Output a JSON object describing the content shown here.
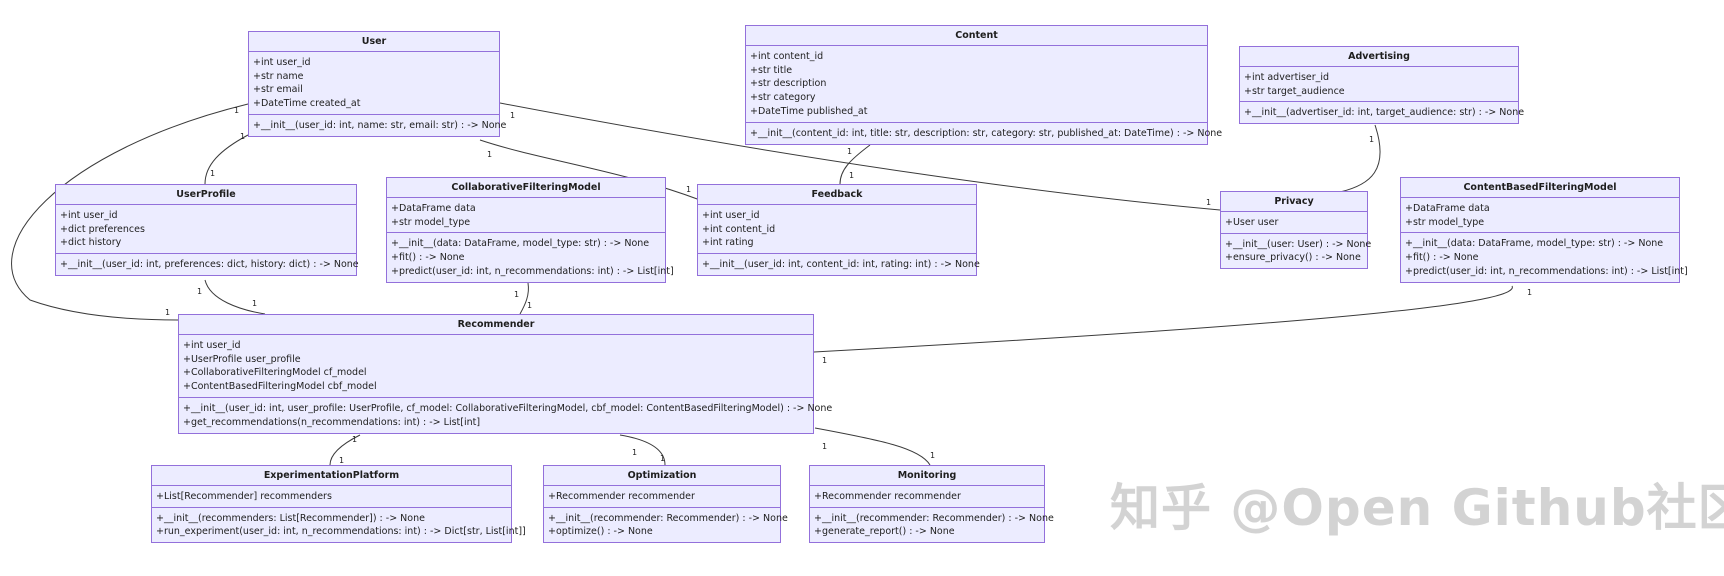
{
  "classes": {
    "user": {
      "name": "User",
      "attributes": [
        "+int user_id",
        "+str name",
        "+str email",
        "+DateTime created_at"
      ],
      "methods": [
        "+__init__(user_id: int, name: str, email: str) : -> None"
      ]
    },
    "content": {
      "name": "Content",
      "attributes": [
        "+int content_id",
        "+str title",
        "+str description",
        "+str category",
        "+DateTime published_at"
      ],
      "methods": [
        "+__init__(content_id: int, title: str, description: str, category: str, published_at: DateTime) : -> None"
      ]
    },
    "advertising": {
      "name": "Advertising",
      "attributes": [
        "+int advertiser_id",
        "+str target_audience"
      ],
      "methods": [
        "+__init__(advertiser_id: int, target_audience: str) : -> None"
      ]
    },
    "userprofile": {
      "name": "UserProfile",
      "attributes": [
        "+int user_id",
        "+dict preferences",
        "+dict history"
      ],
      "methods": [
        "+__init__(user_id: int, preferences: dict, history: dict) : -> None"
      ]
    },
    "cfmodel": {
      "name": "CollaborativeFilteringModel",
      "attributes": [
        "+DataFrame data",
        "+str model_type"
      ],
      "methods": [
        "+__init__(data: DataFrame, model_type: str) : -> None",
        "+fit() : -> None",
        "+predict(user_id: int, n_recommendations: int) : -> List[int]"
      ]
    },
    "feedback": {
      "name": "Feedback",
      "attributes": [
        "+int user_id",
        "+int content_id",
        "+int rating"
      ],
      "methods": [
        "+__init__(user_id: int, content_id: int, rating: int) : -> None"
      ]
    },
    "privacy": {
      "name": "Privacy",
      "attributes": [
        "+User user"
      ],
      "methods": [
        "+__init__(user: User) : -> None",
        "+ensure_privacy() : -> None"
      ]
    },
    "cbfmodel": {
      "name": "ContentBasedFilteringModel",
      "attributes": [
        "+DataFrame data",
        "+str model_type"
      ],
      "methods": [
        "+__init__(data: DataFrame, model_type: str) : -> None",
        "+fit() : -> None",
        "+predict(user_id: int, n_recommendations: int) : -> List[int]"
      ]
    },
    "recommender": {
      "name": "Recommender",
      "attributes": [
        "+int user_id",
        "+UserProfile user_profile",
        "+CollaborativeFilteringModel cf_model",
        "+ContentBasedFilteringModel cbf_model"
      ],
      "methods": [
        "+__init__(user_id: int, user_profile: UserProfile, cf_model: CollaborativeFilteringModel, cbf_model: ContentBasedFilteringModel) : -> None",
        "+get_recommendations(n_recommendations: int) : -> List[int]"
      ]
    },
    "experimentation": {
      "name": "ExperimentationPlatform",
      "attributes": [
        "+List[Recommender] recommenders"
      ],
      "methods": [
        "+__init__(recommenders: List[Recommender]) : -> None",
        "+run_experiment(user_id: int, n_recommendations: int) : -> Dict[str, List[int]]"
      ]
    },
    "optimization": {
      "name": "Optimization",
      "attributes": [
        "+Recommender recommender"
      ],
      "methods": [
        "+__init__(recommender: Recommender) : -> None",
        "+optimize() : -> None"
      ]
    },
    "monitoring": {
      "name": "Monitoring",
      "attributes": [
        "+Recommender recommender"
      ],
      "methods": [
        "+__init__(recommender: Recommender) : -> None",
        "+generate_report() : -> None"
      ]
    }
  },
  "associations": [
    {
      "from": "user",
      "to": "recommender",
      "from_mult": "1",
      "to_mult": "1"
    },
    {
      "from": "user",
      "to": "userprofile",
      "from_mult": "1",
      "to_mult": "1"
    },
    {
      "from": "user",
      "to": "privacy",
      "from_mult": "1",
      "to_mult": "1"
    },
    {
      "from": "user",
      "to": "feedback",
      "from_mult": "1",
      "to_mult": "1"
    },
    {
      "from": "content",
      "to": "feedback",
      "from_mult": "1",
      "to_mult": "1"
    },
    {
      "from": "advertising",
      "to": "privacy",
      "from_mult": "1",
      "to_mult": "1"
    },
    {
      "from": "userprofile",
      "to": "recommender",
      "from_mult": "1",
      "to_mult": "1"
    },
    {
      "from": "cfmodel",
      "to": "recommender",
      "from_mult": "1",
      "to_mult": "1"
    },
    {
      "from": "cbfmodel",
      "to": "recommender",
      "from_mult": "1",
      "to_mult": "1"
    },
    {
      "from": "recommender",
      "to": "experimentation",
      "from_mult": "1",
      "to_mult": "1"
    },
    {
      "from": "recommender",
      "to": "optimization",
      "from_mult": "1",
      "to_mult": "1"
    },
    {
      "from": "recommender",
      "to": "monitoring",
      "from_mult": "1",
      "to_mult": "1"
    }
  ],
  "watermark": "知乎 @Open Github社区",
  "colors": {
    "box_fill": "#ececff",
    "box_border": "#9370db",
    "line": "#3b3b3b",
    "watermark": "#d3d3d3"
  }
}
